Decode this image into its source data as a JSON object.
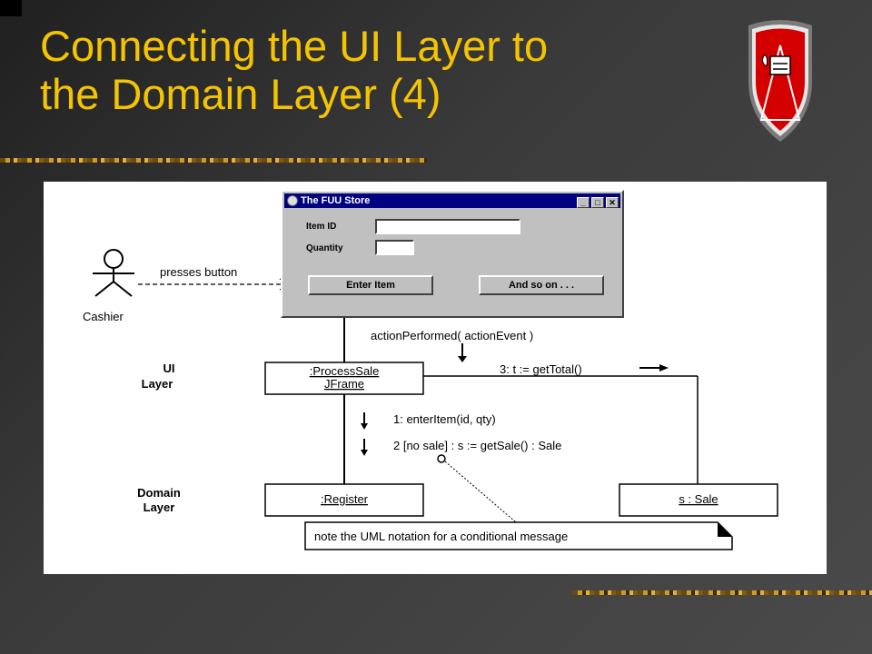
{
  "slide": {
    "title_line1": "Connecting the UI Layer to",
    "title_line2": "the Domain Layer (4)"
  },
  "window": {
    "title": "The FUU Store",
    "item_id_label": "Item ID",
    "quantity_label": "Quantity",
    "item_id_value": "",
    "quantity_value": "",
    "enter_item_label": "Enter Item",
    "and_so_on_label": "And so on . . .",
    "minimize_glyph": "_",
    "maximize_glyph": "□",
    "close_glyph": "✕"
  },
  "diagram": {
    "actor": "Cashier",
    "presses_button": "presses button",
    "action_performed": "actionPerformed( actionEvent )",
    "ui_layer_line1": "UI",
    "ui_layer_line2": "Layer",
    "domain_layer_line1": "Domain",
    "domain_layer_line2": "Layer",
    "process_sale_line1": ":ProcessSale",
    "process_sale_line2": "JFrame",
    "register": ":Register",
    "sale": "s : Sale",
    "msg1": "1: enterItem(id, qty)",
    "msg2": "2 [no sale] :  s := getSale() : Sale",
    "msg3": "3: t := getTotal()",
    "note": "note the UML notation for a conditional message"
  },
  "colors": {
    "title": "#f5c400",
    "shield_red": "#d40000",
    "window_title_bar": "#000080"
  }
}
